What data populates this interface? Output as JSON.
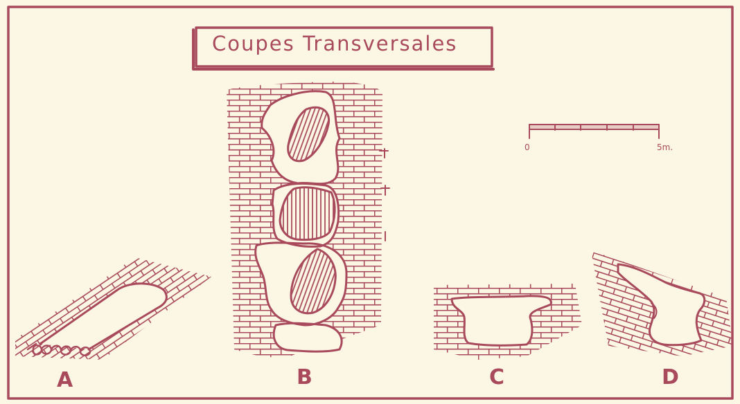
{
  "title": "Coupes Transversales",
  "scale": {
    "start_label": "0",
    "end_label": "5m."
  },
  "sections": [
    {
      "id": "A",
      "label": "A"
    },
    {
      "id": "B",
      "label": "B"
    },
    {
      "id": "C",
      "label": "C"
    },
    {
      "id": "D",
      "label": "D"
    }
  ],
  "colors": {
    "ink": "#a84a5c",
    "paper": "#fbf7e4"
  }
}
